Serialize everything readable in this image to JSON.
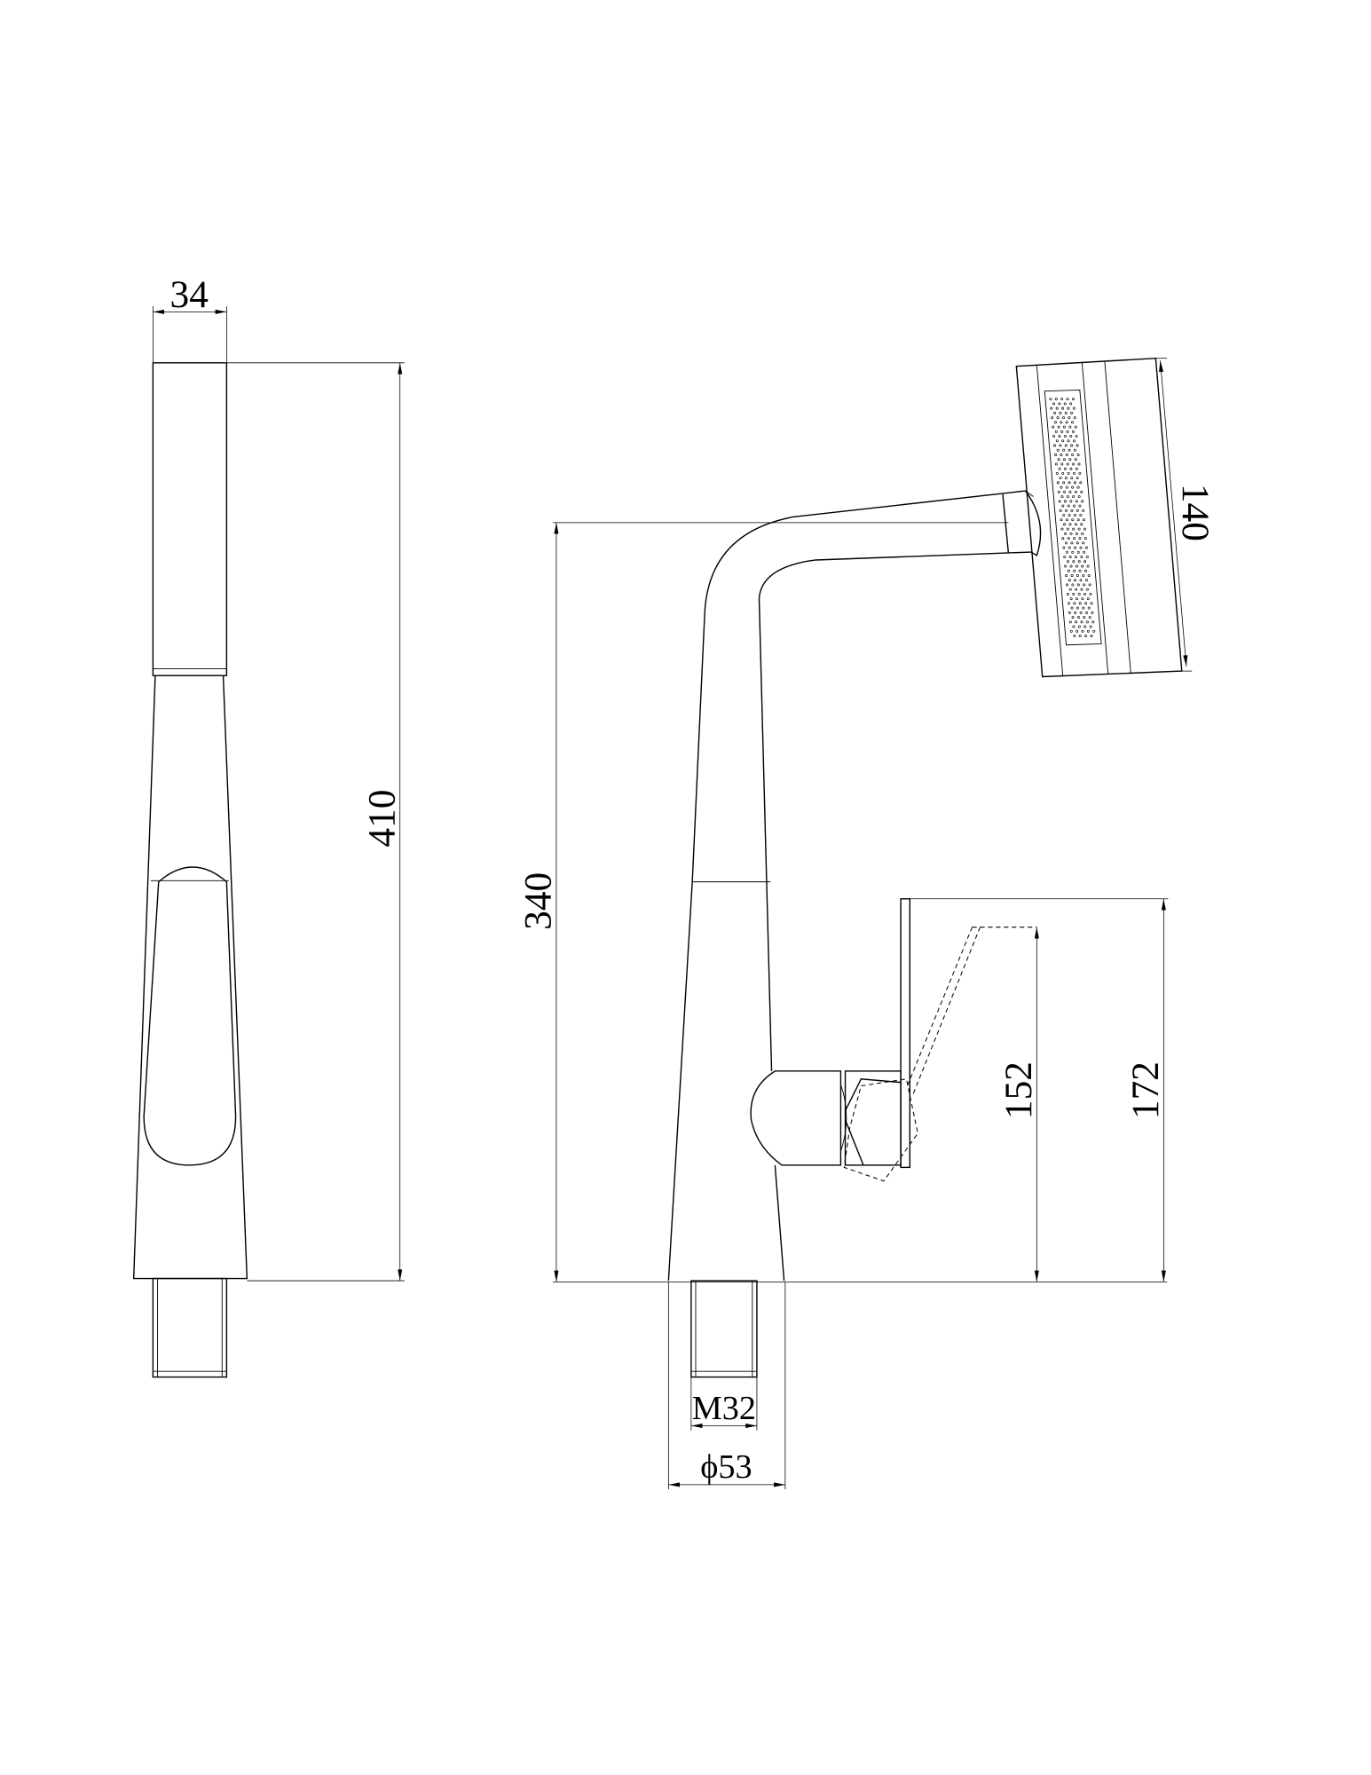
{
  "dimensions": {
    "width_top": "34",
    "total_height": "410",
    "spout_height": "340",
    "head_length": "140",
    "lever_height_152": "152",
    "lever_height_172": "172",
    "thread": "M32",
    "base_diameter": "ϕ53"
  },
  "colors": {
    "line": "#000000",
    "background": "#ffffff"
  }
}
